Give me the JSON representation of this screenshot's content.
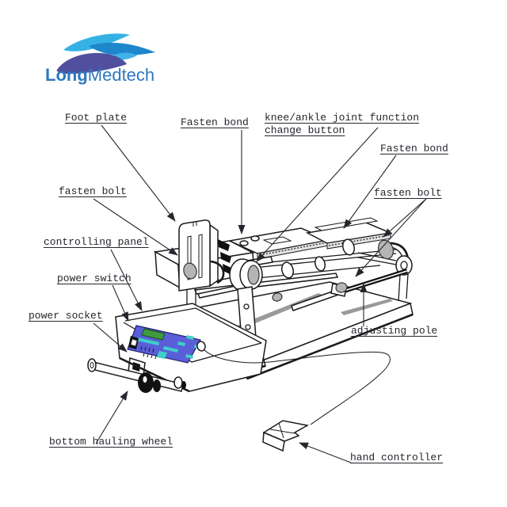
{
  "logo": {
    "brand_bold": "Long",
    "brand_rest": "Medtech"
  },
  "labels": {
    "foot_plate": "Foot plate",
    "fasten_bond_top": "Fasten bond",
    "knee_ankle": "knee/ankle joint function change button",
    "fasten_bond_right": "Fasten bond",
    "fasten_bolt_left": "fasten bolt",
    "fasten_bolt_right": "fasten bolt",
    "controlling_panel": "controlling panel",
    "power_switch": "power switch",
    "power_socket": "power socket",
    "adjusting_pole": "adjusting pole",
    "bottom_hauling_wheel": "bottom hauling wheel",
    "hand_controller": "hand controller"
  },
  "colors": {
    "line": "#1a1a1a",
    "label_text": "#26262e",
    "logo_text": "#2e78bf",
    "logo_wing_light": "#35b2e4",
    "logo_wing_mid": "#1e86cb",
    "logo_wing_dark": "#50509e",
    "logo_tail_light": "#3fb3e8",
    "panel_blue": "#5a5ed8",
    "lcd_green": "#3f9b3f",
    "button_cyan": "#3fd0c9",
    "knob_gray": "#b5b5b5",
    "groove_gray": "#9a9a9a"
  }
}
